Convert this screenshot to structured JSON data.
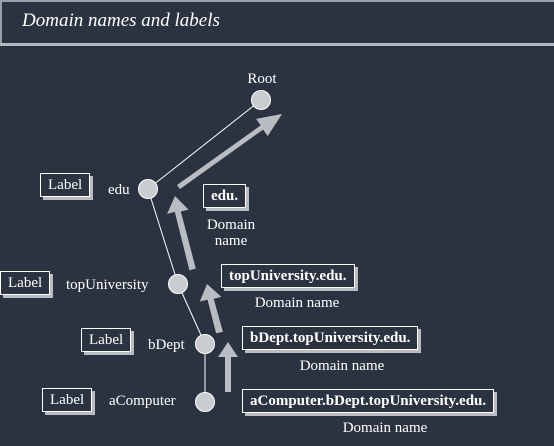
{
  "title": "Domain names and labels",
  "nodes": {
    "root": "Root",
    "edu": "edu",
    "top_university": "topUniversity",
    "b_dept": "bDept",
    "a_computer": "aComputer"
  },
  "label_tag": "Label",
  "domain_names": {
    "edu": "edu.",
    "top_university": "topUniversity.edu.",
    "b_dept": "bDept.topUniversity.edu.",
    "a_computer": "aComputer.bDept.topUniversity.edu."
  },
  "captions": {
    "edu_line1": "Domain",
    "edu_line2": "name",
    "top_university": "Domain name",
    "b_dept": "Domain name",
    "a_computer": "Domain name"
  },
  "colors": {
    "background": "#2b3340",
    "node_fill": "#c9ccd0",
    "arrow_fill": "#b9bdc3",
    "text": "#ffffff"
  }
}
